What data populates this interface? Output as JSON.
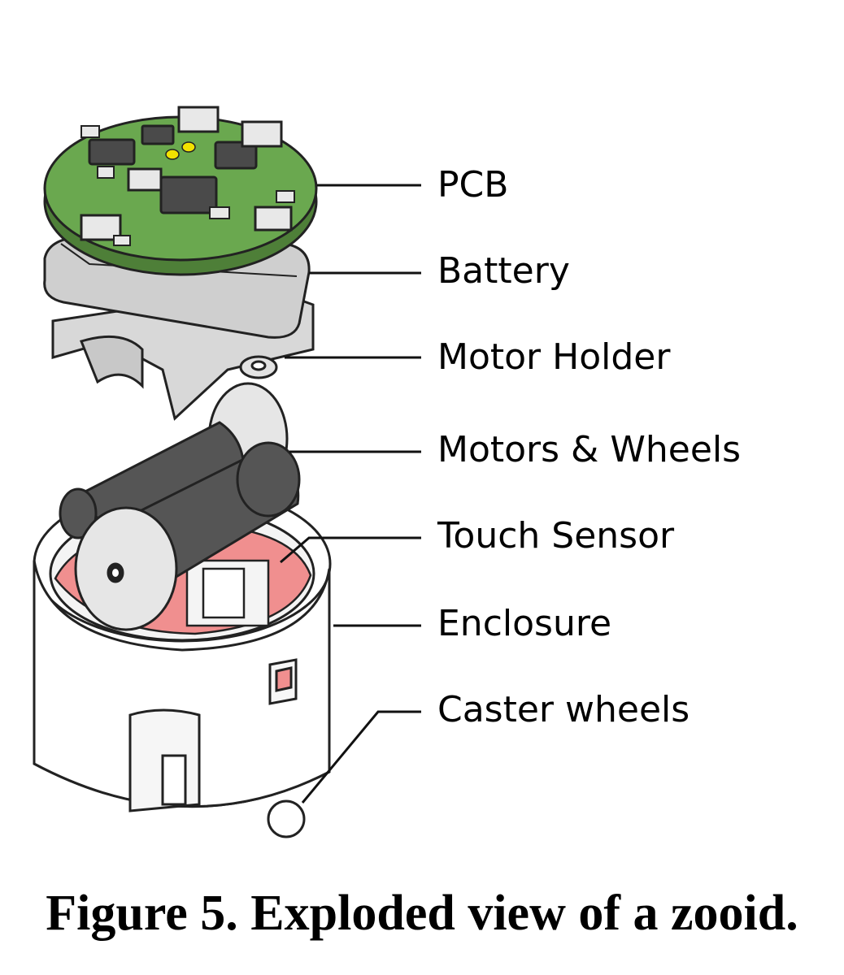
{
  "labels": {
    "pcb": "PCB",
    "battery": "Battery",
    "motor_holder": "Motor Holder",
    "motors_wheels": "Motors & Wheels",
    "touch_sensor": "Touch Sensor",
    "enclosure": "Enclosure",
    "caster_wheels": "Caster wheels"
  },
  "caption": "Figure 5. Exploded view of a zooid.",
  "colors": {
    "pcb_green": "#6aa84f",
    "pcb_green_dark": "#4e7f38",
    "chip": "#4a4a4a",
    "component": "#e8e8e8",
    "pad_yellow": "#f2e200",
    "battery": "#cfcfcf",
    "motor_holder": "#d8d8d8",
    "motor": "#555555",
    "wheel": "#e6e6e6",
    "touch_sensor": "#f08f8f",
    "enclosure": "#ffffff",
    "outline": "#222222"
  }
}
